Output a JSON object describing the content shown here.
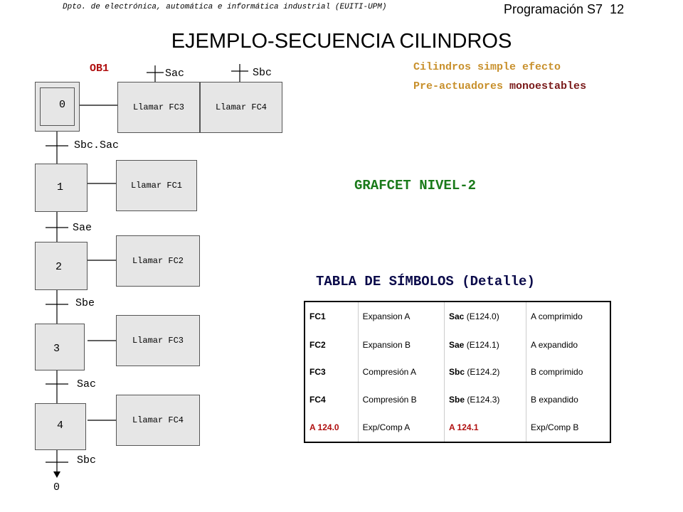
{
  "header": {
    "department": "Dpto. de electrónica, automática e informática industrial (EUITI-UPM)",
    "course": "Programación S7",
    "page": "12"
  },
  "title": "EJEMPLO-SECUENCIA CILINDROS",
  "block": "OB1",
  "notes": {
    "line1": "Cilindros simple efecto",
    "line2_a": "Pre-actuadores",
    "line2_b": "monoestables"
  },
  "grafcet_level": "GRAFCET NIVEL-2",
  "symbols_title": "TABLA DE SÍMBOLOS (Detalle)",
  "steps": [
    {
      "num": "0",
      "actions": [
        "Llamar FC3",
        "Llamar FC4"
      ]
    },
    {
      "num": "1",
      "actions": [
        "Llamar FC1"
      ]
    },
    {
      "num": "2",
      "actions": [
        "Llamar FC2"
      ]
    },
    {
      "num": "3",
      "actions": [
        "Llamar FC3"
      ]
    },
    {
      "num": "4",
      "actions": [
        "Llamar FC4"
      ]
    }
  ],
  "action_conditions": [
    "Sac",
    "Sbc"
  ],
  "transitions": [
    "Sbc.Sac",
    "Sae",
    "Sbe",
    "Sac",
    "Sbc"
  ],
  "return_step": "0",
  "symbol_table": [
    {
      "c1": "FC1",
      "c2": "Expansion A",
      "c3a": "Sac",
      "c3b": " (E124.0)",
      "c4": "A comprimido",
      "hl": false
    },
    {
      "c1": "FC2",
      "c2": "Expansion B",
      "c3a": "Sae",
      "c3b": " (E124.1)",
      "c4": "A expandido",
      "hl": false
    },
    {
      "c1": "FC3",
      "c2": "Compresión A",
      "c3a": "Sbc",
      "c3b": " (E124.2)",
      "c4": "B comprimido",
      "hl": false
    },
    {
      "c1": "FC4",
      "c2": "Compresión B",
      "c3a": "Sbe",
      "c3b": " (E124.3)",
      "c4": "B expandido",
      "hl": false
    },
    {
      "c1": "A 124.0",
      "c2": "Exp/Comp A",
      "c3a": "A 124.1",
      "c3b": "",
      "c4": "Exp/Comp B",
      "hl": true
    }
  ]
}
